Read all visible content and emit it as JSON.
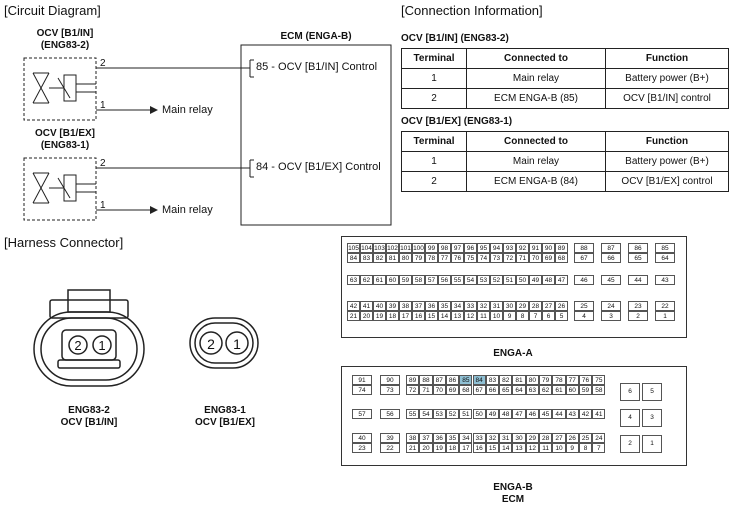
{
  "headings": {
    "circuit": "[Circuit Diagram]",
    "connection": "[Connection Information]",
    "harness": "[Harness Connector]"
  },
  "circuit": {
    "ocv_in": {
      "name": "OCV [B1/IN]",
      "code": "(ENG83-2)",
      "pin2": "2",
      "pin1": "1",
      "relay": "Main relay"
    },
    "ocv_ex": {
      "name": "OCV [B1/EX]",
      "code": "(ENG83-1)",
      "pin2": "2",
      "pin1": "1",
      "relay": "Main relay"
    },
    "ecm_title": "ECM (ENGA-B)",
    "ecm_pin_in": "85 - OCV [B1/IN] Control",
    "ecm_pin_ex": "84 - OCV [B1/EX] Control"
  },
  "connection": {
    "headers": [
      "Terminal",
      "Connected to",
      "Function"
    ],
    "table_in": {
      "title": "OCV [B1/IN] (ENG83-2)",
      "rows": [
        [
          "1",
          "Main relay",
          "Battery power (B+)"
        ],
        [
          "2",
          "ECM ENGA-B (85)",
          "OCV [B1/IN] control"
        ]
      ]
    },
    "table_ex": {
      "title": "OCV [B1/EX] (ENG83-1)",
      "rows": [
        [
          "1",
          "Main relay",
          "Battery power (B+)"
        ],
        [
          "2",
          "ECM ENGA-B (84)",
          "OCV [B1/EX] control"
        ]
      ]
    }
  },
  "harness": {
    "eng83_2": {
      "pin_a": "2",
      "pin_b": "1",
      "name": "ENG83-2",
      "label": "OCV [B1/IN]"
    },
    "eng83_1": {
      "pin_a": "2",
      "pin_b": "1",
      "name": "ENG83-1",
      "label": "OCV [B1/EX]"
    },
    "enga_a": {
      "name": "ENGA-A",
      "rows": [
        [
          "105",
          "104",
          "103",
          "102",
          "101",
          "100",
          "99",
          "98",
          "97",
          "96",
          "95",
          "94",
          "93",
          "92",
          "91",
          "90",
          "89",
          "88",
          "87",
          "86",
          "85"
        ],
        [
          "84",
          "83",
          "82",
          "81",
          "80",
          "79",
          "78",
          "77",
          "76",
          "75",
          "74",
          "73",
          "72",
          "71",
          "70",
          "69",
          "68",
          "67",
          "66",
          "65",
          "64"
        ],
        [
          "63",
          "62",
          "61",
          "60",
          "59",
          "58",
          "57",
          "56",
          "55",
          "54",
          "53",
          "52",
          "51",
          "50",
          "49",
          "48",
          "47",
          "46",
          "45",
          "44",
          "43"
        ],
        [
          "42",
          "41",
          "40",
          "39",
          "38",
          "37",
          "36",
          "35",
          "34",
          "33",
          "32",
          "31",
          "30",
          "29",
          "28",
          "27",
          "26",
          "25",
          "24",
          "23",
          "22"
        ],
        [
          "21",
          "20",
          "19",
          "18",
          "17",
          "16",
          "15",
          "14",
          "13",
          "12",
          "11",
          "10",
          "9",
          "8",
          "7",
          "6",
          "5",
          "4",
          "3",
          "2",
          "1"
        ]
      ]
    },
    "enga_b": {
      "name": "ENGA-B",
      "sub": "ECM",
      "highlight": [
        "85",
        "84"
      ],
      "highlight_color": "#8fc0d4",
      "rows": [
        [
          "91",
          "90",
          "89",
          "88",
          "87",
          "86",
          "85",
          "84",
          "83",
          "82",
          "81",
          "80",
          "79",
          "78",
          "77",
          "76",
          "75"
        ],
        [
          "74",
          "73",
          "72",
          "71",
          "70",
          "69",
          "68",
          "67",
          "66",
          "65",
          "64",
          "63",
          "62",
          "61",
          "60",
          "59",
          "58"
        ],
        [
          "57",
          "56",
          "55",
          "54",
          "53",
          "52",
          "51",
          "50",
          "49",
          "48",
          "47",
          "46",
          "45",
          "44",
          "43",
          "42",
          "41"
        ],
        [
          "40",
          "39",
          "38",
          "37",
          "36",
          "35",
          "34",
          "33",
          "32",
          "31",
          "30",
          "29",
          "28",
          "27",
          "26",
          "25",
          "24"
        ],
        [
          "23",
          "22",
          "21",
          "20",
          "19",
          "18",
          "17",
          "16",
          "15",
          "14",
          "13",
          "12",
          "11",
          "10",
          "9",
          "8",
          "7"
        ]
      ],
      "side": [
        [
          "6",
          "5"
        ],
        [
          "4",
          "3"
        ],
        [
          "2",
          "1"
        ]
      ]
    }
  }
}
